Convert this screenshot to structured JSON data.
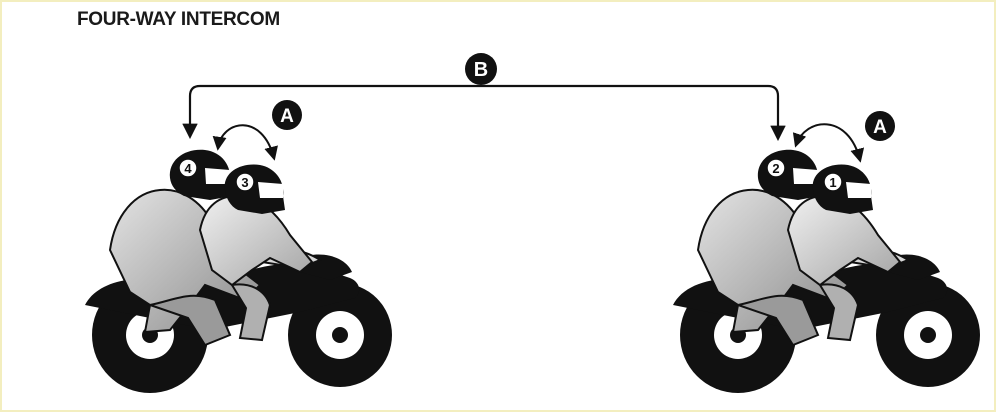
{
  "title": "FOUR-WAY INTERCOM",
  "links": {
    "long_range": "B",
    "left_pair": "A",
    "right_pair": "A"
  },
  "riders": {
    "left_rear": "4",
    "left_front": "3",
    "right_rear": "2",
    "right_front": "1"
  },
  "colors": {
    "ink": "#111111",
    "suit_light": "#d9d9d9",
    "suit_mid": "#a6a6a6",
    "suit_dark": "#6e6e6e",
    "background": "#ffffff"
  }
}
